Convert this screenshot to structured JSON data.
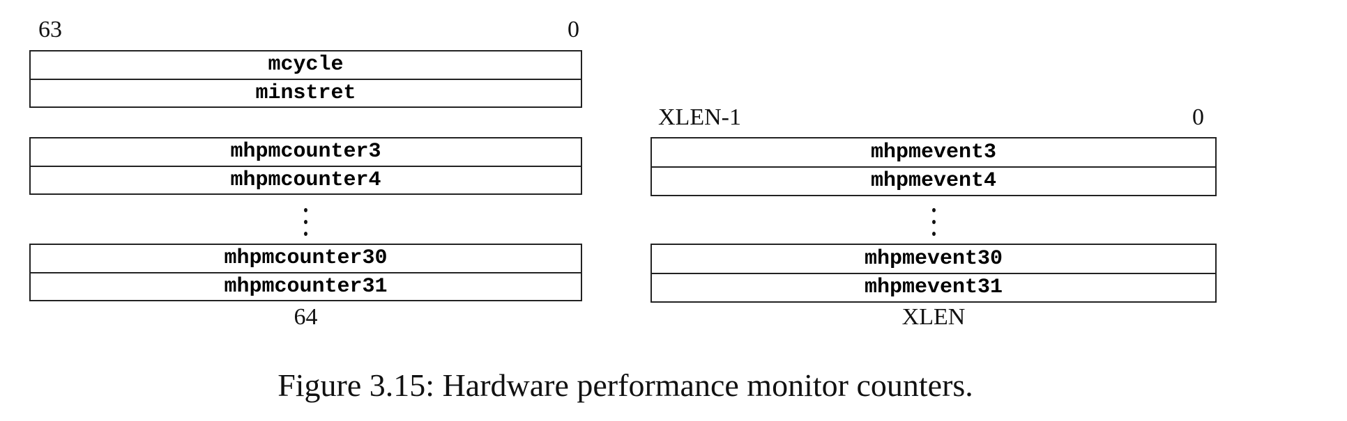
{
  "caption": "Figure 3.15: Hardware performance monitor counters.",
  "columns": {
    "left": {
      "bit_high": "63",
      "bit_low": "0",
      "width_label": "64",
      "groups": [
        {
          "rows": [
            "mcycle",
            "minstret"
          ]
        },
        {
          "rows": [
            "mhpmcounter3",
            "mhpmcounter4"
          ]
        },
        {
          "rows": [
            "mhpmcounter30",
            "mhpmcounter31"
          ]
        }
      ]
    },
    "right": {
      "bit_high": "XLEN-1",
      "bit_low": "0",
      "width_label": "XLEN",
      "groups": [
        {
          "rows": [
            "mhpmevent3",
            "mhpmevent4"
          ]
        },
        {
          "rows": [
            "mhpmevent30",
            "mhpmevent31"
          ]
        }
      ]
    }
  },
  "icons": {
    "vertical_ellipsis": "⋮"
  },
  "colors": {
    "border": "#222222",
    "text": "#000000",
    "background": "#ffffff"
  }
}
